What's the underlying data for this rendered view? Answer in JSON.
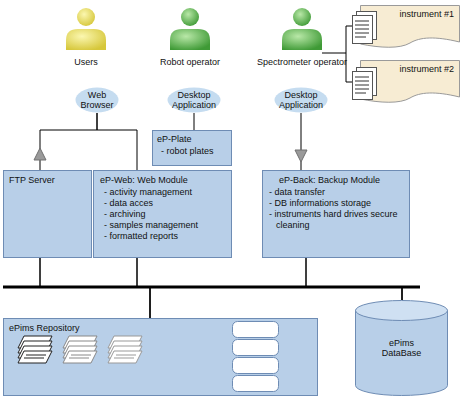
{
  "diagram": {
    "nodes": [
      {
        "text": [
          "Web Browser"
        ]
      },
      {
        "text": [
          "Desktop Application"
        ]
      },
      {
        "text": [
          "Desktop Application"
        ]
      },
      {
        "text": [
          "instrument #1"
        ]
      },
      {
        "text": [
          "instrument #2"
        ]
      },
      {
        "text": [
          "eP-Plate",
          "- robot plates"
        ]
      },
      {
        "text": [
          "FTP Server"
        ]
      },
      {
        "text": [
          "eP-Web: Web Module",
          "- activity management",
          "- data acces",
          "- archiving",
          "- samples management",
          "- formatted reports"
        ]
      },
      {
        "text": [
          "eP-Back: Backup Module",
          "- data transfer",
          "- DB informations storage",
          "- instruments hard drives secure cleaning"
        ]
      },
      {
        "text": [
          "ePims Repository"
        ]
      },
      {
        "text": [
          "ePims DataBase"
        ]
      }
    ],
    "edges": [
      {
        "from": 0,
        "to": 6,
        "arrow": "to"
      },
      {
        "from": 0,
        "to": 7,
        "arrow": "none"
      },
      {
        "from": 1,
        "to": 5,
        "arrow": "none"
      },
      {
        "from": 2,
        "to": 8,
        "arrow": "to"
      },
      {
        "from": 6,
        "to": 9,
        "arrow": "none"
      },
      {
        "from": 6,
        "to": 10,
        "arrow": "none"
      },
      {
        "from": 7,
        "to": 9,
        "arrow": "none"
      },
      {
        "from": 7,
        "to": 10,
        "arrow": "none"
      },
      {
        "from": 8,
        "to": 9,
        "arrow": "none"
      },
      {
        "from": 8,
        "to": 10,
        "arrow": "none"
      }
    ],
    "labels": [
      "Users",
      "Robot operator",
      "Spectrometer operator"
    ]
  }
}
